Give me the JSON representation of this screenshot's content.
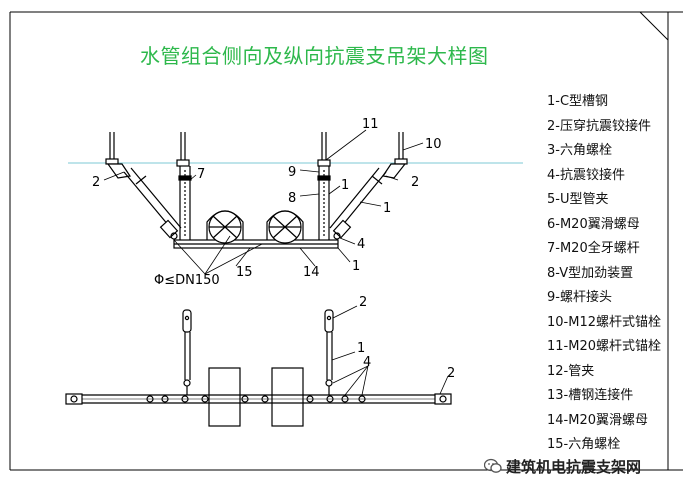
{
  "title": "水管组合侧向及纵向抗震支吊架大样图",
  "legend": [
    "1-C型槽钢",
    "2-压穿抗震铰接件",
    "3-六角螺栓",
    "4-抗震铰接件",
    "5-U型管夹",
    "6-M20翼滑螺母",
    "7-M20全牙螺杆",
    "8-V型加劲装置",
    "9-螺杆接头",
    "10-M12螺杆式锚栓",
    "11-M20螺杆式锚栓",
    "12-管夹",
    "13-槽钢连接件",
    "14-M20翼滑螺母",
    "15-六角螺栓"
  ],
  "callouts": {
    "c2_left": "2",
    "c7": "7",
    "c11": "11",
    "c10": "10",
    "c9": "9",
    "c8": "8",
    "c1_a": "1",
    "c2_right": "2",
    "c1_b": "1",
    "c4": "4",
    "c1_c": "1",
    "c14": "14",
    "c15": "15",
    "dn": "Φ≤DN150",
    "c2_bottom_a": "2",
    "c1_bottom": "1",
    "c4_bottom": "4",
    "c2_bottom_b": "2"
  },
  "watermark": "建筑机电抗震支架网",
  "colors": {
    "title": "#2db84b",
    "ceiling_line": "#7ec8d6",
    "line": "#000000"
  }
}
